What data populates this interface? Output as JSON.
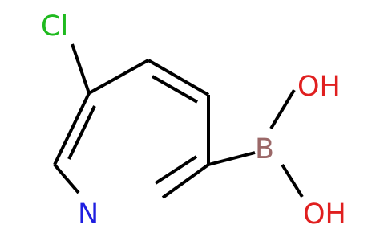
{
  "molecule": {
    "atoms": {
      "cl": {
        "label": "Cl",
        "color": "#1fba1f"
      },
      "n": {
        "label": "N",
        "color": "#1f1fe0"
      },
      "b": {
        "label": "B",
        "color": "#9b6868"
      },
      "o_top": {
        "label": "OH",
        "color": "#e01f1f"
      },
      "o_bottom": {
        "label": "OH",
        "color": "#e01f1f"
      }
    },
    "bond_color": "#000000"
  }
}
